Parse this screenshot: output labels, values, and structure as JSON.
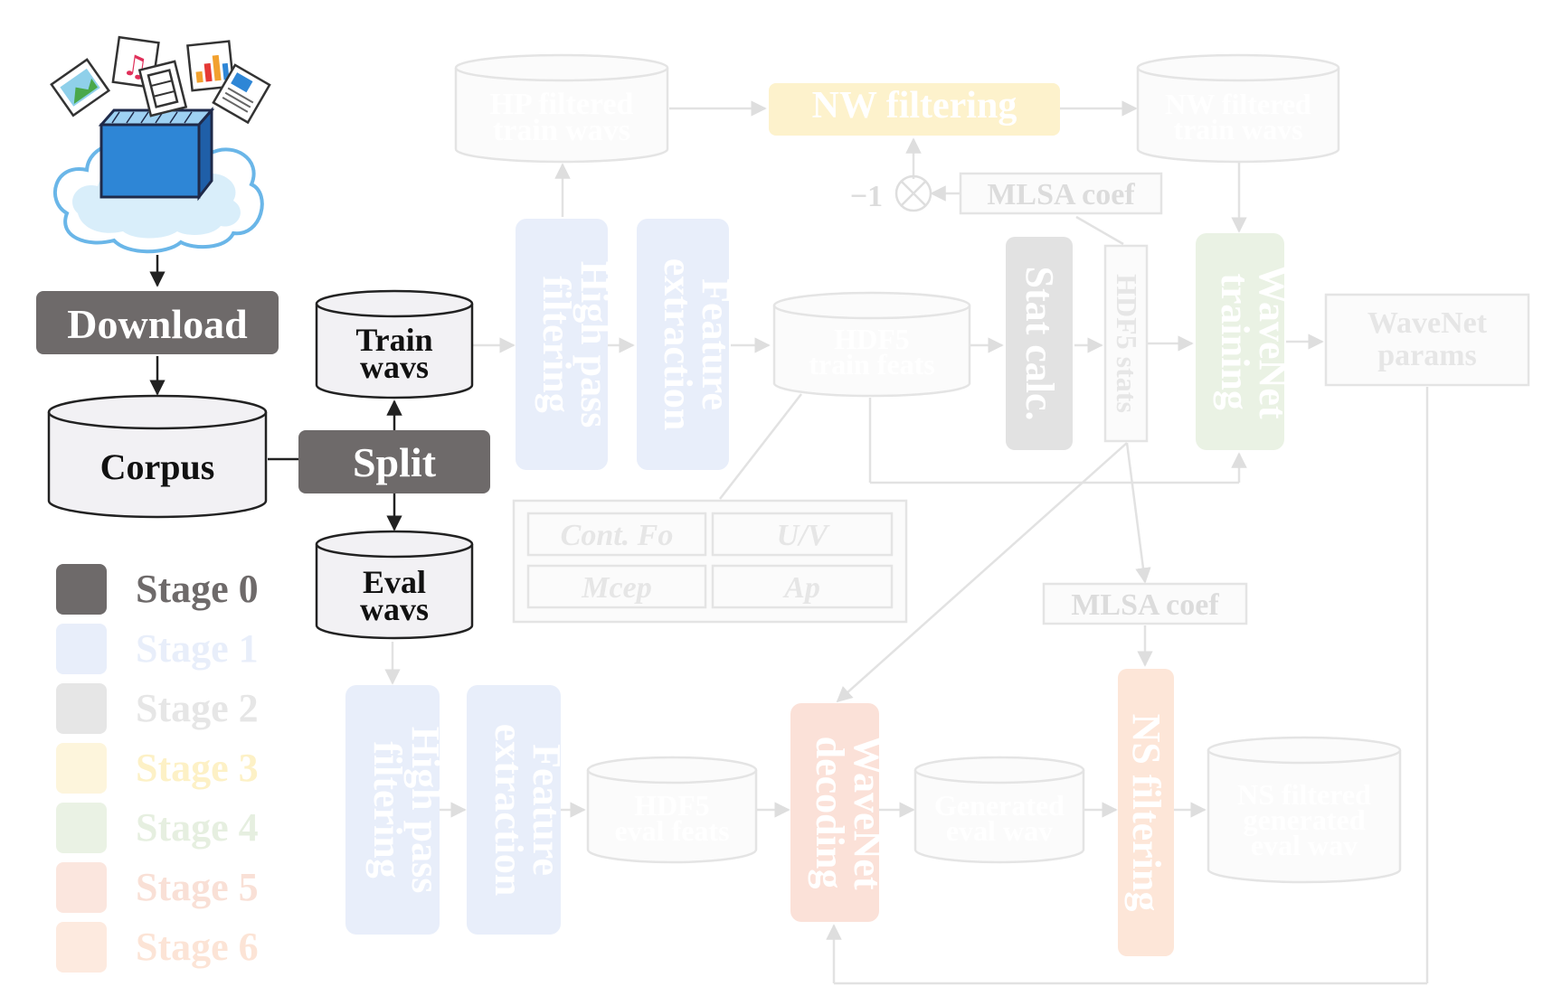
{
  "stage0": {
    "download": "Download",
    "corpus": "Corpus",
    "split": "Split",
    "train_wavs": [
      "Train",
      "wavs"
    ],
    "eval_wavs": [
      "Eval",
      "wavs"
    ]
  },
  "legend": [
    {
      "label": "Stage 0",
      "color": "#6e6a6a"
    },
    {
      "label": "Stage 1",
      "color": "#c7d3ef"
    },
    {
      "label": "Stage 2",
      "color": "#c9c9c9"
    },
    {
      "label": "Stage 3",
      "color": "#fde9a6"
    },
    {
      "label": "Stage 4",
      "color": "#cfe2c6"
    },
    {
      "label": "Stage 5",
      "color": "#f6c6b5"
    },
    {
      "label": "Stage 6",
      "color": "#fcd6bf"
    }
  ],
  "train_branch": {
    "hp_filtered_train_wavs": [
      "HP filtered",
      "train wavs"
    ],
    "nw_filtering": "NW filtering",
    "nw_filtered_train_wavs": [
      "NW filtered",
      "train wavs"
    ],
    "minus_one": "−1",
    "mlsa_coef_top": "MLSA coef",
    "high_pass_filtering": [
      "High pass",
      "filtering"
    ],
    "feature_extraction": [
      "Feature",
      "extraction"
    ],
    "hdf5_train_feats": [
      "HDF5",
      "train feats"
    ],
    "stat_calc": "Stat calc.",
    "hdf5_stats": "HDF5 stats",
    "wavenet_training": [
      "WaveNet",
      "training"
    ],
    "wavenet_params": [
      "WaveNet",
      "params"
    ],
    "features": [
      "Cont. Fo",
      "U/V",
      "Mcep",
      "Ap"
    ],
    "mlsa_coef_mid": "MLSA coef"
  },
  "eval_branch": {
    "high_pass_filtering": [
      "High pass",
      "filtering"
    ],
    "feature_extraction": [
      "Feature",
      "extraction"
    ],
    "hdf5_eval_feats": [
      "HDF5",
      "eval feats"
    ],
    "wavenet_decoding": [
      "WaveNet",
      "decoding"
    ],
    "generated_eval_wav": [
      "Generated",
      "eval wav"
    ],
    "ns_filtering": "NS filtering",
    "ns_filtered": [
      "NS filtered",
      "generated",
      "eval wav"
    ]
  }
}
